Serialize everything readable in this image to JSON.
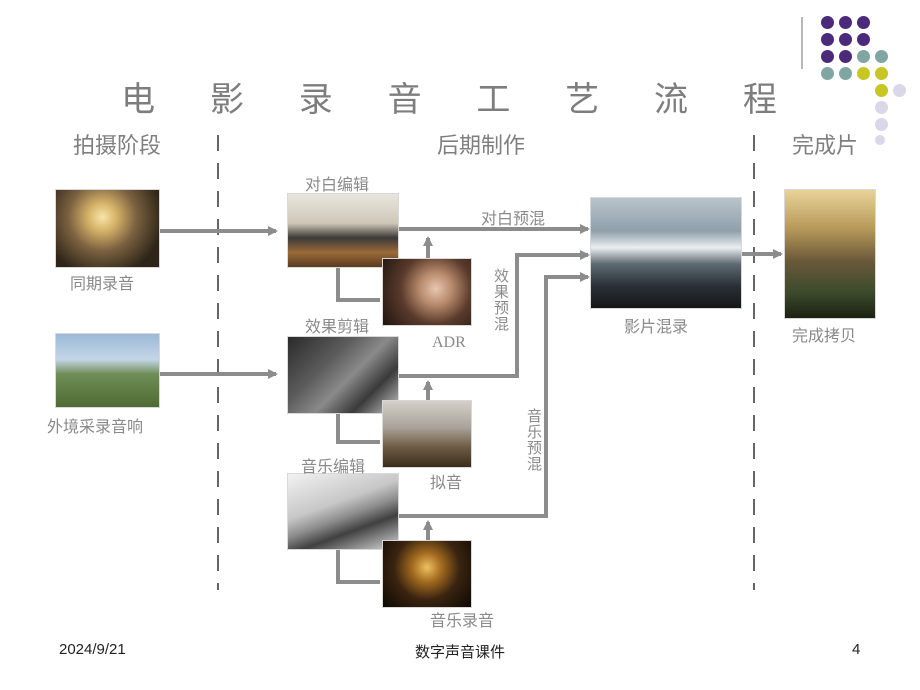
{
  "title": "电 影 录 音 工 艺 流 程",
  "stages": {
    "shooting": "拍摄阶段",
    "post": "后期制作",
    "final": "完成片"
  },
  "captions": {
    "sync_recording": "同期录音",
    "location_sound": "外境采录音响",
    "dialogue_edit": "对白编辑",
    "adr": "ADR",
    "effects_edit": "效果剪辑",
    "foley": "拟音",
    "music_edit": "音乐编辑",
    "music_recording": "音乐录音",
    "dialogue_premix": "对白预混",
    "effects_premix": "效果预混",
    "music_premix": "音乐预混",
    "film_mix": "影片混录",
    "final_copy": "完成拷贝"
  },
  "footer": {
    "date": "2024/9/21",
    "center": "数字声音课件",
    "page": "4"
  },
  "colors": {
    "purple": "#4b2a7b",
    "teal": "#7fa6a3",
    "yellow": "#c7c622",
    "lavender": "#d9d7e8",
    "arrow": "#8c8c8c"
  }
}
